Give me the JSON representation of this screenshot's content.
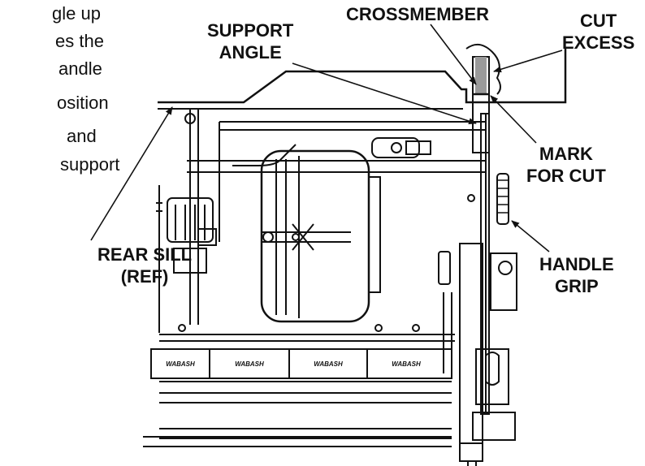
{
  "intro_text": {
    "lines": [
      "gle up",
      "es the",
      "andle",
      "osition",
      "and",
      "support"
    ]
  },
  "callouts": {
    "crossmember": "CROSSMEMBER",
    "cut_excess": [
      "CUT",
      "EXCESS"
    ],
    "support_angle": [
      "SUPPORT",
      "ANGLE"
    ],
    "mark_for_cut": [
      "MARK",
      "FOR CUT"
    ],
    "rear_sill": [
      "REAR SILL",
      "(REF)"
    ],
    "handle_grip": [
      "HANDLE",
      "GRIP"
    ]
  },
  "panel_labels": [
    "WABASH",
    "WABASH",
    "WABASH",
    "WABASH"
  ],
  "colors": {
    "line": "#111111",
    "paper": "#ffffff",
    "excess_fill": "#9a9a9a"
  }
}
